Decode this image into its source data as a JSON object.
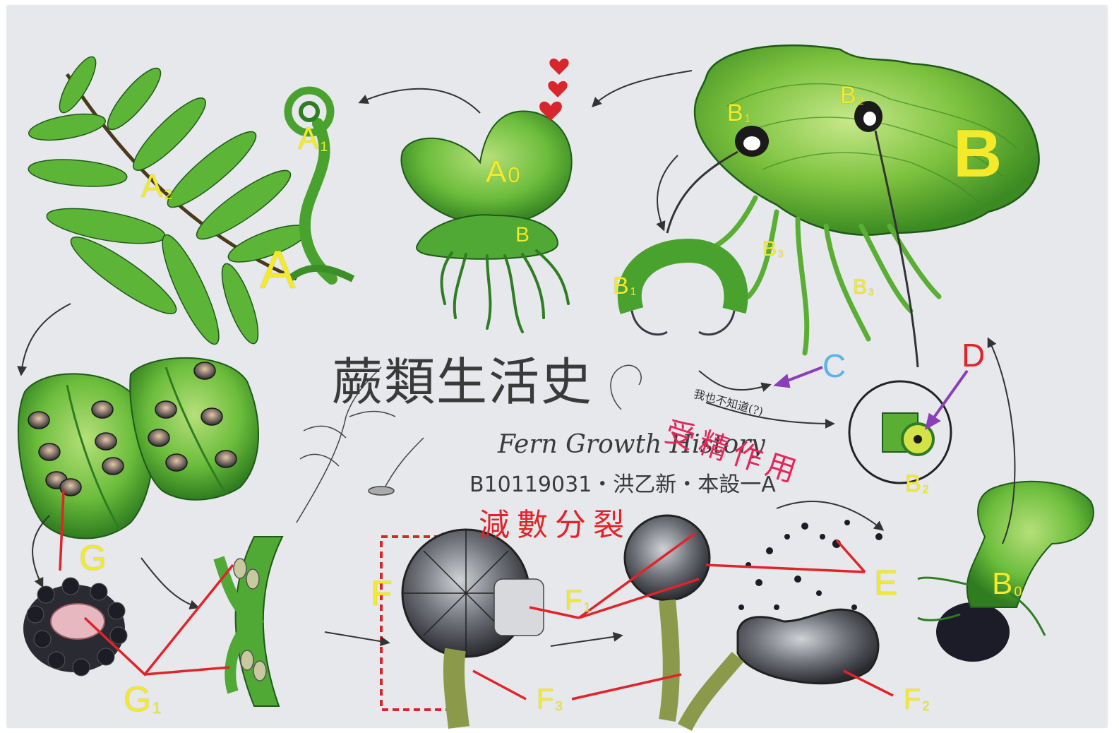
{
  "title_zh": "蕨類生活史",
  "title_en": "Fern Growth History",
  "author_line": "B10119031・洪乙新・本設一A",
  "meiosis": "減數分裂",
  "fertilization": "受精作用",
  "mystery_note": "我也不知道(?)",
  "labels": {
    "A": {
      "main": "A",
      "sub": ""
    },
    "A1": {
      "main": "A",
      "sub": "1"
    },
    "A2": {
      "main": "A",
      "sub": "2"
    },
    "A0": {
      "main": "A",
      "sub": "0"
    },
    "B_small": {
      "main": "B",
      "sub": ""
    },
    "B_big": {
      "main": "B",
      "sub": ""
    },
    "B1_top": {
      "main": "B",
      "sub": "1"
    },
    "B2_top": {
      "main": "B",
      "sub": "2"
    },
    "B1_left": {
      "main": "B",
      "sub": "1"
    },
    "B3_a": {
      "main": "B",
      "sub": "3"
    },
    "B3_b": {
      "main": "B",
      "sub": "3"
    },
    "B2_bottom": {
      "main": "B",
      "sub": "2"
    },
    "B0": {
      "main": "B",
      "sub": "0"
    },
    "C": {
      "main": "C",
      "sub": ""
    },
    "D": {
      "main": "D",
      "sub": ""
    },
    "E": {
      "main": "E",
      "sub": ""
    },
    "F": {
      "main": "F",
      "sub": ""
    },
    "F1": {
      "main": "F",
      "sub": "1"
    },
    "F2": {
      "main": "F",
      "sub": "2"
    },
    "F3": {
      "main": "F",
      "sub": "3"
    },
    "G": {
      "main": "G",
      "sub": ""
    },
    "G1": {
      "main": "G",
      "sub": "1"
    }
  },
  "colors": {
    "label_yellow": "#f2ea2a",
    "pointer_red": "#e0242a",
    "pointer_purple": "#8a3fb8",
    "label_blue": "#5ab4e8",
    "label_red": "#e0242a",
    "leaf_green": "#5fb43a",
    "dark_green": "#2e7d22",
    "sporangium_dark": "#3a3a40"
  }
}
